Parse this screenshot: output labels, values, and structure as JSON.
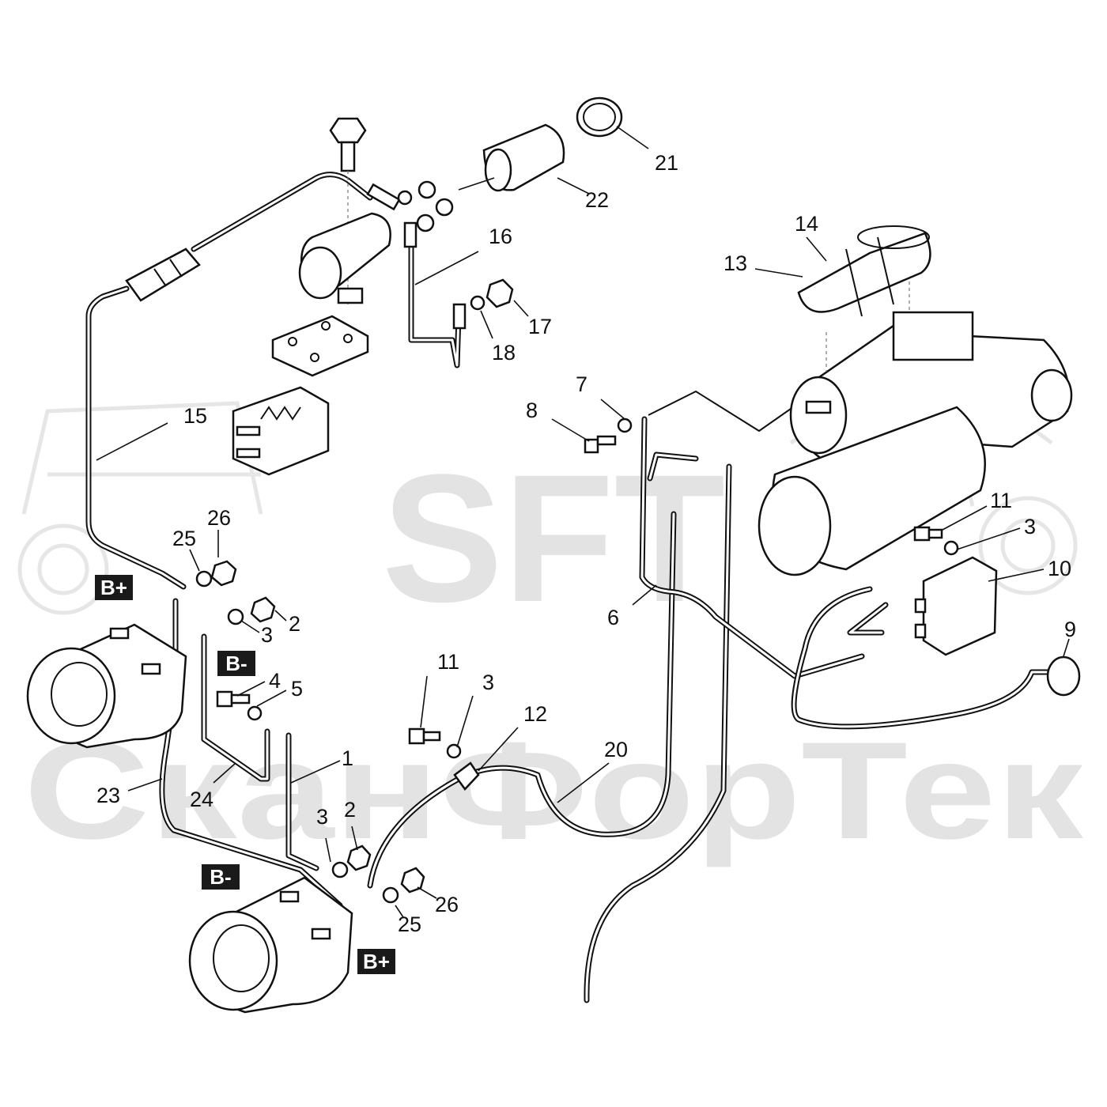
{
  "watermark": {
    "logo_text": "SFT",
    "company_text": "СканФорТек"
  },
  "terminal_tags": [
    {
      "text": "B+"
    },
    {
      "text": "B-"
    },
    {
      "text": "B-"
    },
    {
      "text": "B+"
    }
  ],
  "callouts": [
    {
      "text": "21"
    },
    {
      "text": "22"
    },
    {
      "text": "16"
    },
    {
      "text": "14"
    },
    {
      "text": "13"
    },
    {
      "text": "17"
    },
    {
      "text": "18"
    },
    {
      "text": "15"
    },
    {
      "text": "7"
    },
    {
      "text": "8"
    },
    {
      "text": "26"
    },
    {
      "text": "25"
    },
    {
      "text": "2"
    },
    {
      "text": "3"
    },
    {
      "text": "4"
    },
    {
      "text": "5"
    },
    {
      "text": "11"
    },
    {
      "text": "3"
    },
    {
      "text": "12"
    },
    {
      "text": "20"
    },
    {
      "text": "1"
    },
    {
      "text": "23"
    },
    {
      "text": "24"
    },
    {
      "text": "3"
    },
    {
      "text": "2"
    },
    {
      "text": "26"
    },
    {
      "text": "25"
    },
    {
      "text": "6"
    },
    {
      "text": "11"
    },
    {
      "text": "3"
    },
    {
      "text": "10"
    },
    {
      "text": "9"
    }
  ],
  "colors": {
    "line": "#111111",
    "watermark": "#e3e3e3",
    "tag_fill": "#1a1a1a",
    "tag_text": "#ffffff"
  }
}
